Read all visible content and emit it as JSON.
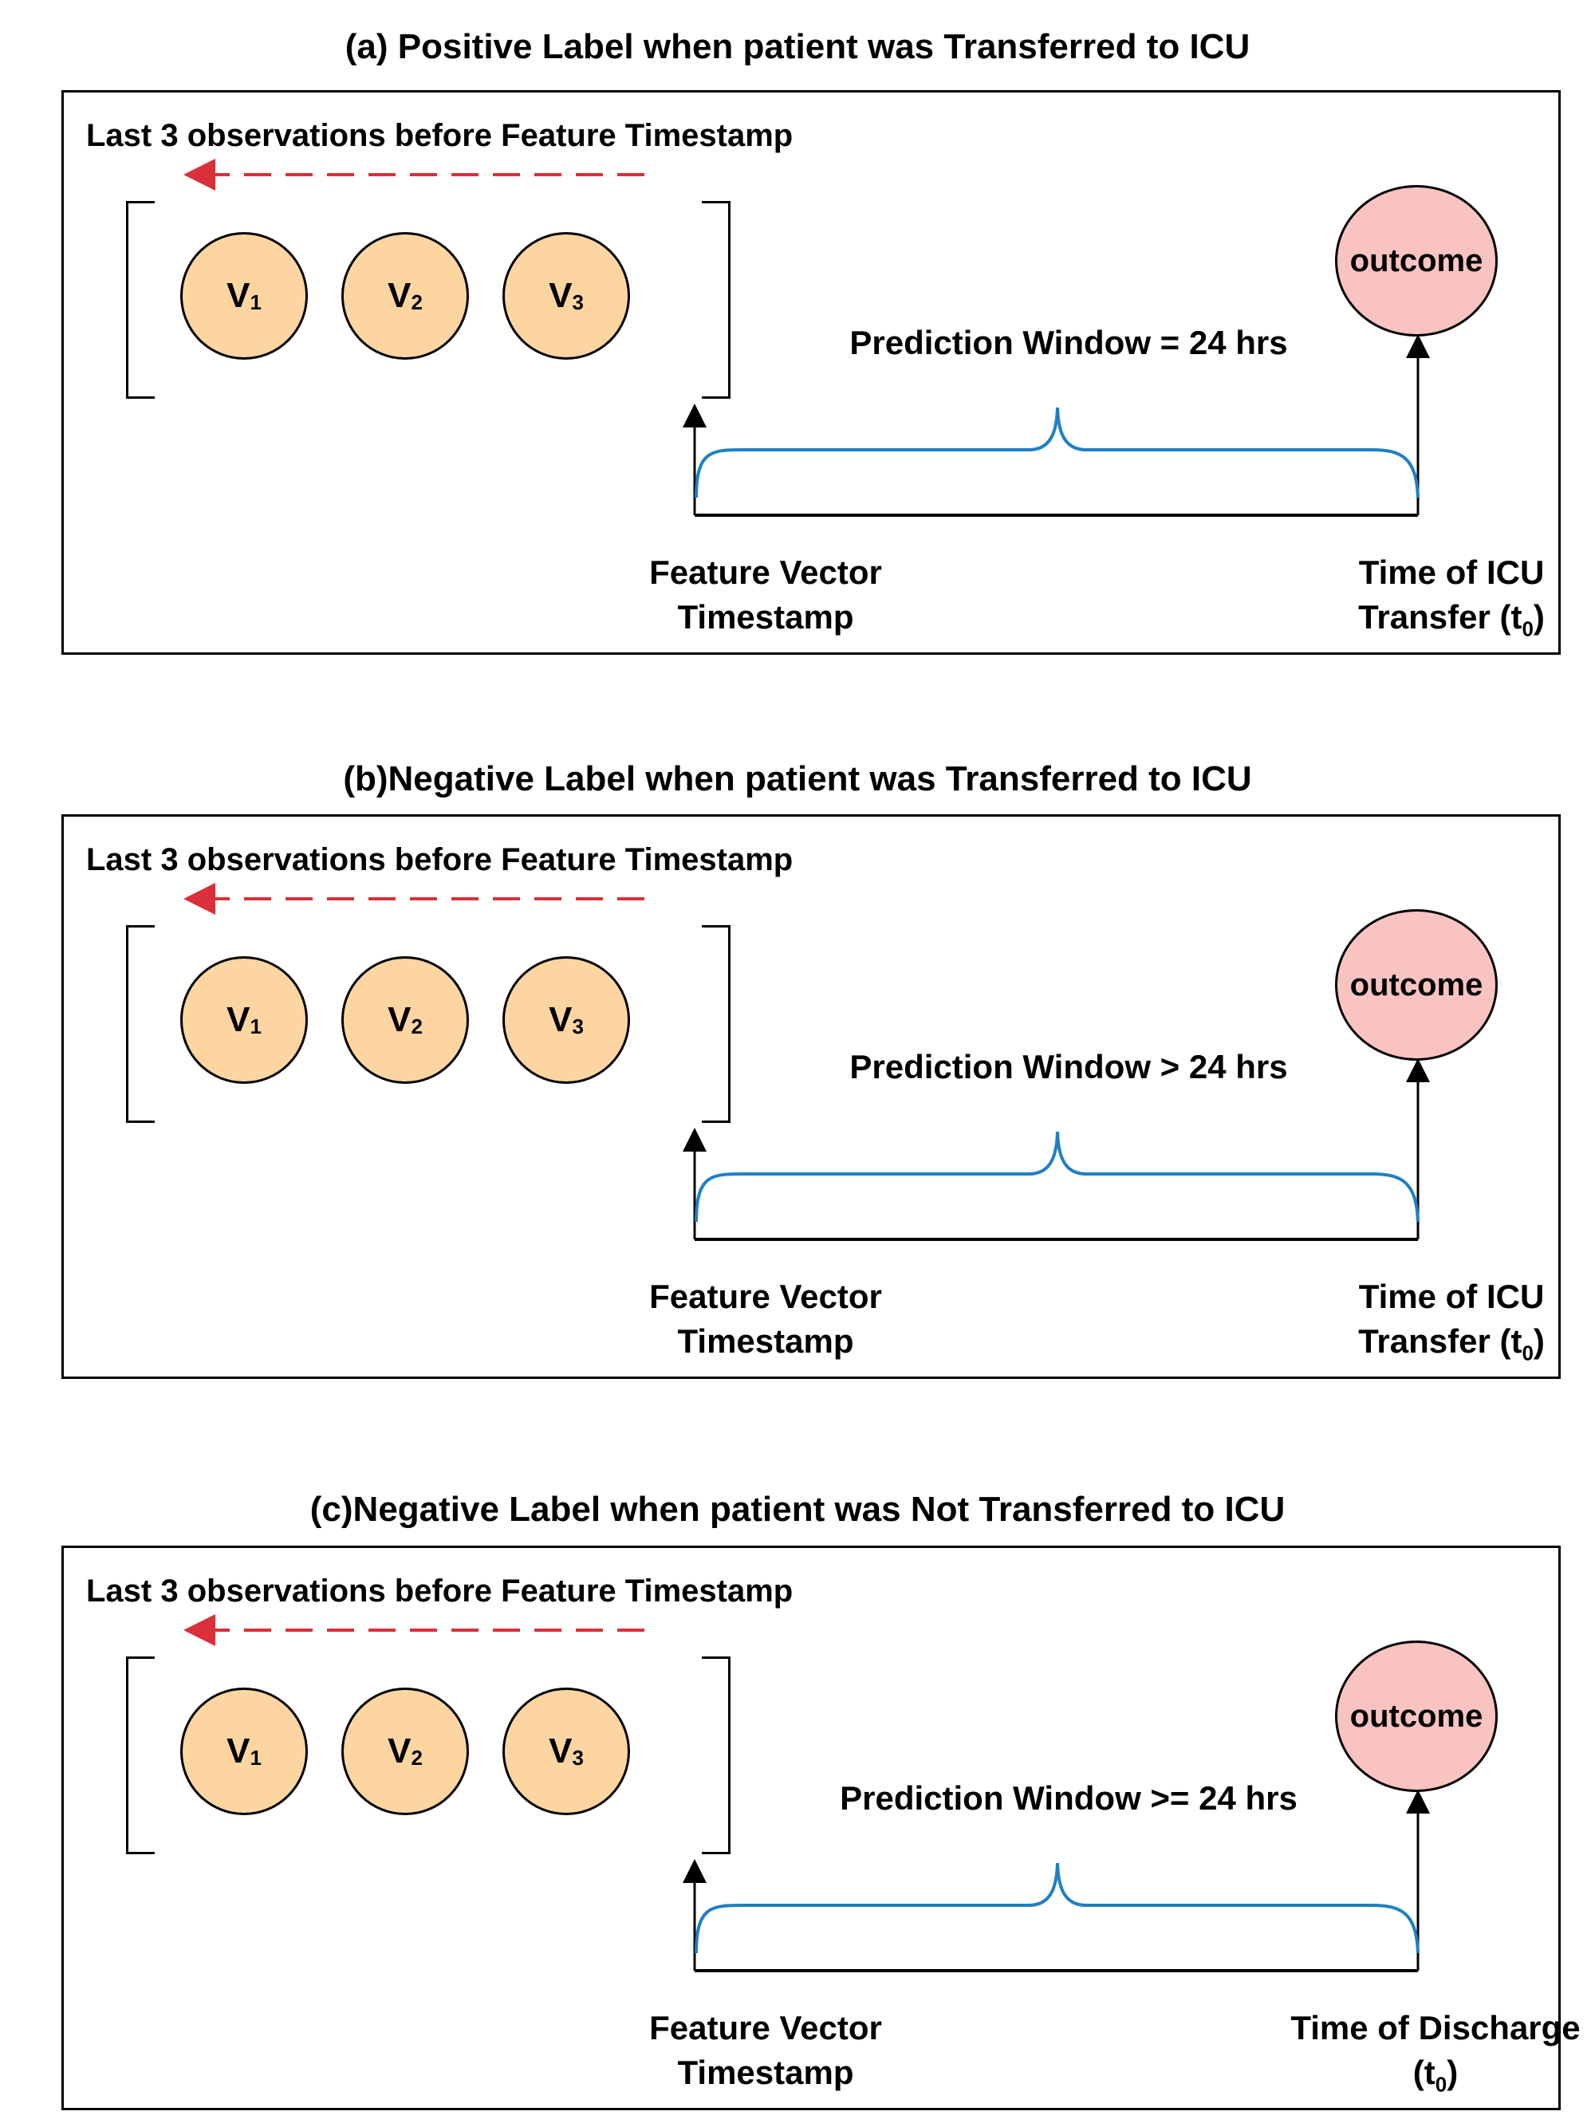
{
  "panels": [
    {
      "title": "(a) Positive  Label when patient was Transferred to ICU",
      "observations_label": "Last 3 observations before Feature Timestamp",
      "observations": [
        {
          "base": "V",
          "sub": "1"
        },
        {
          "base": "V",
          "sub": "2"
        },
        {
          "base": "V",
          "sub": "3"
        }
      ],
      "outcome_label": "outcome",
      "prediction_window_label": "Prediction Window = 24 hrs",
      "start_label_line1": "Feature Vector",
      "start_label_line2": "Timestamp",
      "end_label_line1": "Time of ICU",
      "end_label_line2": "Transfer (t",
      "end_label_sub": "0",
      "end_label_suffix": ")"
    },
    {
      "title": "(b)Negative  Label when patient was Transferred to ICU",
      "observations_label": "Last 3 observations before Feature Timestamp",
      "observations": [
        {
          "base": "V",
          "sub": "1"
        },
        {
          "base": "V",
          "sub": "2"
        },
        {
          "base": "V",
          "sub": "3"
        }
      ],
      "outcome_label": "outcome",
      "prediction_window_label": "Prediction Window > 24 hrs",
      "start_label_line1": "Feature Vector",
      "start_label_line2": "Timestamp",
      "end_label_line1": "Time of ICU",
      "end_label_line2": "Transfer (t",
      "end_label_sub": "0",
      "end_label_suffix": ")"
    },
    {
      "title": "(c)Negative  Label when patient was Not Transferred to ICU",
      "observations_label": "Last 3 observations before Feature Timestamp",
      "observations": [
        {
          "base": "V",
          "sub": "1"
        },
        {
          "base": "V",
          "sub": "2"
        },
        {
          "base": "V",
          "sub": "3"
        }
      ],
      "outcome_label": "outcome",
      "prediction_window_label": "Prediction Window >= 24 hrs",
      "start_label_line1": "Feature Vector",
      "start_label_line2": "Timestamp",
      "end_label_line1": "Time of Discharge",
      "end_label_line2": "(t",
      "end_label_sub": "0",
      "end_label_suffix": ")"
    }
  ],
  "colors": {
    "observation_fill": "#fcd5a0",
    "outcome_fill": "#f8c3c0",
    "brace": "#1f7fc4",
    "dashed_arrow": "#d9303a"
  }
}
